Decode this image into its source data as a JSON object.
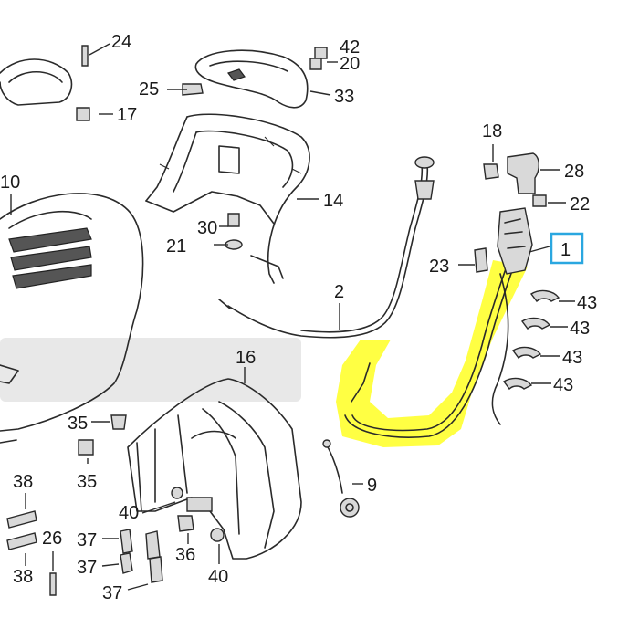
{
  "diagram": {
    "callouts": {
      "c24": "24",
      "c42": "42",
      "c20": "20",
      "c25": "25",
      "c33": "33",
      "c17": "17",
      "c10": "10",
      "c14": "14",
      "c18": "18",
      "c28": "28",
      "c22": "22",
      "c30": "30",
      "c21": "21",
      "c1": "1",
      "c23": "23",
      "c2": "2",
      "c43a": "43",
      "c43b": "43",
      "c43c": "43",
      "c43d": "43",
      "c16": "16",
      "c35a": "35",
      "c35b": "35",
      "c9": "9",
      "c38a": "38",
      "c38b": "38",
      "c40a": "40",
      "c40b": "40",
      "c37a": "37",
      "c37b": "37",
      "c37c": "37",
      "c36": "36",
      "c26": "26"
    },
    "colors": {
      "highlight": "#ffff33",
      "selected_box": "#2aa7e0",
      "line": "#2a2a2a"
    },
    "selected_part": "1"
  }
}
